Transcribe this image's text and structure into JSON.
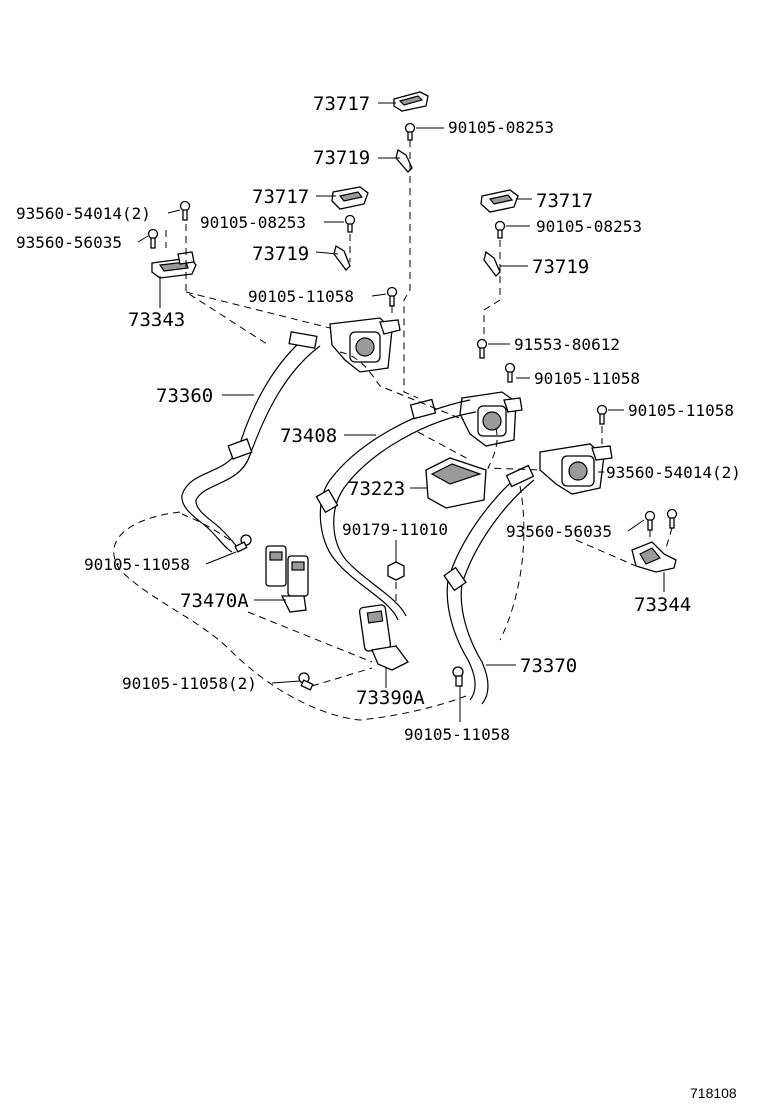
{
  "labels": {
    "p73717_top": "73717",
    "p90105_08253_top": "90105-08253",
    "p73719_top": "73719",
    "p73717_left": "73717",
    "p90105_08253_left": "90105-08253",
    "p73719_left": "73719",
    "p93560_54014_left": "93560-54014(2)",
    "p93560_56035_left": "93560-56035",
    "p73343": "73343",
    "p90105_11058_upper_left": "90105-11058",
    "p73717_right": "73717",
    "p90105_08253_right": "90105-08253",
    "p73719_right": "73719",
    "p91553_80612": "91553-80612",
    "p90105_11058_mid": "90105-11058",
    "p90105_11058_right": "90105-11058",
    "p73360": "73360",
    "p73408": "73408",
    "p73223": "73223",
    "p93560_54014_right": "93560-54014(2)",
    "p90179_11010": "90179-11010",
    "p93560_56035_right": "93560-56035",
    "p90105_11058_left": "90105-11058",
    "p73344": "73344",
    "p73470A": "73470A",
    "p73370": "73370",
    "p90105_11058_bottom2": "90105-11058(2)",
    "p73390A": "73390A",
    "p90105_11058_bottom": "90105-11058"
  },
  "diagram_code": "718108"
}
